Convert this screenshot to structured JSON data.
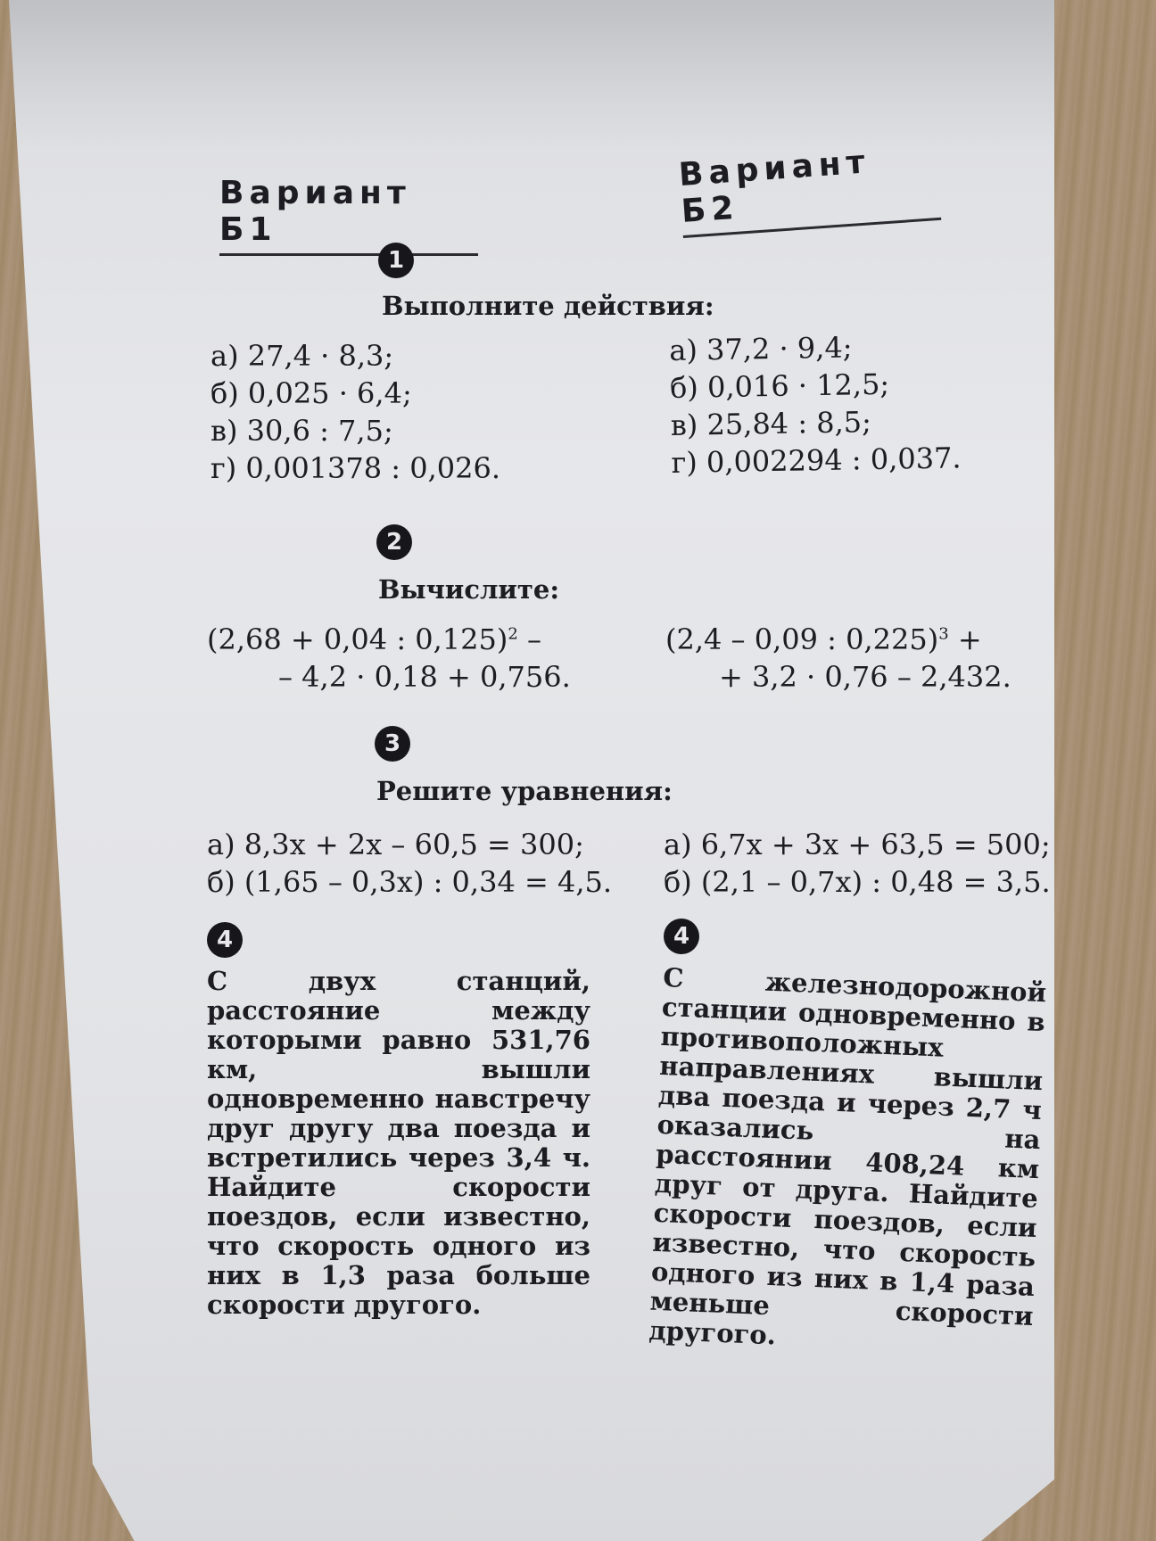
{
  "variants": {
    "b1": "Вариант Б1",
    "b2": "Вариант Б2"
  },
  "sections": [
    {
      "number": "1",
      "heading": "Выполните действия:"
    },
    {
      "number": "2",
      "heading": "Вычислите:"
    },
    {
      "number": "3",
      "heading": "Решите уравнения:"
    },
    {
      "number": "4"
    }
  ],
  "task1": {
    "b1": [
      "а) 27,4 · 8,3;",
      "б) 0,025 · 6,4;",
      "в) 30,6 : 7,5;",
      "г) 0,001378 : 0,026."
    ],
    "b2": [
      "а) 37,2 · 9,4;",
      "б) 0,016 · 12,5;",
      "в) 25,84 : 8,5;",
      "г) 0,002294 : 0,037."
    ]
  },
  "task2": {
    "b1": {
      "line1": "(2,68 + 0,04 : 0,125)",
      "exp": "2",
      "line1_tail": " –",
      "line2": "– 4,2 · 0,18 + 0,756."
    },
    "b2": {
      "line1": "(2,4 – 0,09 : 0,225)",
      "exp": "3",
      "line1_tail": " +",
      "line2": "+ 3,2 · 0,76 – 2,432."
    }
  },
  "task3": {
    "b1": [
      "а) 8,3x + 2x – 60,5 = 300;",
      "б) (1,65 – 0,3x) : 0,34 = 4,5."
    ],
    "b2": [
      "а) 6,7x + 3x + 63,5 = 500;",
      "б) (2,1 – 0,7x) : 0,48 = 3,5."
    ]
  },
  "task4": {
    "b1": "С двух станций, расстояние между которыми равно 531,76 км, вышли одновременно навстречу друг другу два поезда и встретились через 3,4 ч. Найдите скорости поездов, если известно, что скорость одного из них в 1,3 раза больше скорости другого.",
    "b2": "С железнодорожной станции одновременно в противоположных направлениях вышли два поезда и через 2,7 ч оказались на расстоянии 408,24 км друг от друга. Найдите скорости поездов, если известно, что скорость одного из них в 1,4 раза меньше скорости другого."
  }
}
